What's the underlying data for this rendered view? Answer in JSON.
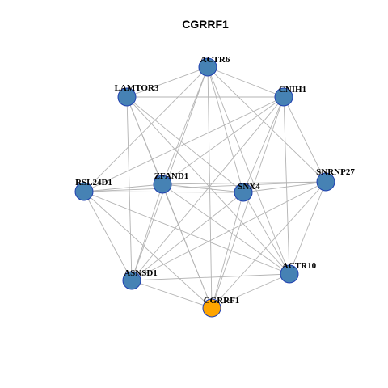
{
  "title": "CGRRF1",
  "colors": {
    "node_default": "#4682b4",
    "node_highlight": "#ffa500",
    "node_border": "#1f3fb0",
    "edge": "#b3b3b3"
  },
  "nodes": [
    {
      "id": "ACTR6",
      "label": "ACTR6",
      "highlight": false
    },
    {
      "id": "LAMTOR3",
      "label": "LAMTOR3",
      "highlight": false
    },
    {
      "id": "CNIH1",
      "label": "CNIH1",
      "highlight": false
    },
    {
      "id": "RSL24D1",
      "label": "RSL24D1",
      "highlight": false
    },
    {
      "id": "ZFAND1",
      "label": "ZFAND1",
      "highlight": false
    },
    {
      "id": "SNX4",
      "label": "SNX4",
      "highlight": false
    },
    {
      "id": "SNRNP27",
      "label": "SNRNP27",
      "highlight": false
    },
    {
      "id": "ASNSD1",
      "label": "ASNSD1",
      "highlight": false
    },
    {
      "id": "ACTR10",
      "label": "ACTR10",
      "highlight": false
    },
    {
      "id": "CGRRF1",
      "label": "CGRRF1",
      "highlight": true
    }
  ],
  "edges": [
    [
      "ACTR6",
      "LAMTOR3"
    ],
    [
      "ACTR6",
      "CNIH1"
    ],
    [
      "ACTR6",
      "RSL24D1"
    ],
    [
      "ACTR6",
      "ZFAND1"
    ],
    [
      "ACTR6",
      "SNX4"
    ],
    [
      "ACTR6",
      "SNRNP27"
    ],
    [
      "ACTR6",
      "ASNSD1"
    ],
    [
      "ACTR6",
      "ACTR10"
    ],
    [
      "ACTR6",
      "CGRRF1"
    ],
    [
      "LAMTOR3",
      "CNIH1"
    ],
    [
      "LAMTOR3",
      "ZFAND1"
    ],
    [
      "LAMTOR3",
      "SNX4"
    ],
    [
      "LAMTOR3",
      "ASNSD1"
    ],
    [
      "LAMTOR3",
      "ACTR10"
    ],
    [
      "LAMTOR3",
      "CGRRF1"
    ],
    [
      "CNIH1",
      "ZFAND1"
    ],
    [
      "CNIH1",
      "SNX4"
    ],
    [
      "CNIH1",
      "SNRNP27"
    ],
    [
      "CNIH1",
      "ASNSD1"
    ],
    [
      "CNIH1",
      "ACTR10"
    ],
    [
      "CNIH1",
      "CGRRF1"
    ],
    [
      "CNIH1",
      "RSL24D1"
    ],
    [
      "RSL24D1",
      "ZFAND1"
    ],
    [
      "RSL24D1",
      "SNX4"
    ],
    [
      "RSL24D1",
      "ASNSD1"
    ],
    [
      "RSL24D1",
      "CGRRF1"
    ],
    [
      "RSL24D1",
      "ACTR10"
    ],
    [
      "ZFAND1",
      "SNX4"
    ],
    [
      "ZFAND1",
      "SNRNP27"
    ],
    [
      "ZFAND1",
      "CGRRF1"
    ],
    [
      "ZFAND1",
      "ACTR10"
    ],
    [
      "ZFAND1",
      "ASNSD1"
    ],
    [
      "SNX4",
      "SNRNP27"
    ],
    [
      "SNX4",
      "ASNSD1"
    ],
    [
      "SNX4",
      "ACTR10"
    ],
    [
      "SNX4",
      "CGRRF1"
    ],
    [
      "SNRNP27",
      "ASNSD1"
    ],
    [
      "SNRNP27",
      "ACTR10"
    ],
    [
      "SNRNP27",
      "CGRRF1"
    ],
    [
      "SNRNP27",
      "RSL24D1"
    ],
    [
      "ASNSD1",
      "CGRRF1"
    ],
    [
      "ASNSD1",
      "ACTR10"
    ],
    [
      "ACTR10",
      "CGRRF1"
    ]
  ]
}
